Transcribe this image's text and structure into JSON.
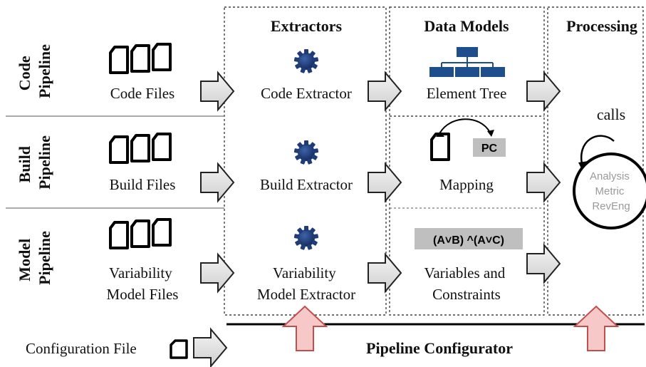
{
  "columns": {
    "extractors": "Extractors",
    "data_models": "Data Models",
    "processing": "Processing"
  },
  "rows": [
    {
      "pipeline": [
        "Code",
        "Pipeline"
      ],
      "input": [
        "Code Files"
      ],
      "extractor": [
        "Code Extractor"
      ],
      "model": [
        "Element Tree"
      ]
    },
    {
      "pipeline": [
        "Build",
        "Pipeline"
      ],
      "input": [
        "Build Files"
      ],
      "extractor": [
        "Build Extractor"
      ],
      "model": [
        "Mapping"
      ],
      "mapping_badge": "PC"
    },
    {
      "pipeline": [
        "Model",
        "Pipeline"
      ],
      "input": [
        "Variability",
        "Model Files"
      ],
      "extractor": [
        "Variability",
        "Model Extractor"
      ],
      "model": [
        "Variables and",
        "Constraints"
      ],
      "formula_badge": "(A˅B) ^(A˅C)"
    }
  ],
  "processing": {
    "calls_label": "calls",
    "circle_lines": [
      "Analysis",
      "Metric",
      "RevEng"
    ]
  },
  "footer": {
    "config_label": "Configuration File",
    "configurator_label": "Pipeline Configurator"
  },
  "colors": {
    "gear": "#1f3c78",
    "tree": "#1f4e8c",
    "arrow_fill": "#e4e4e4",
    "config_arrow_fill": "#f7c8c8",
    "config_arrow_stroke": "#c0504d",
    "badge_fill": "#bfbfbf",
    "circle_text": "#9a9a9a"
  }
}
